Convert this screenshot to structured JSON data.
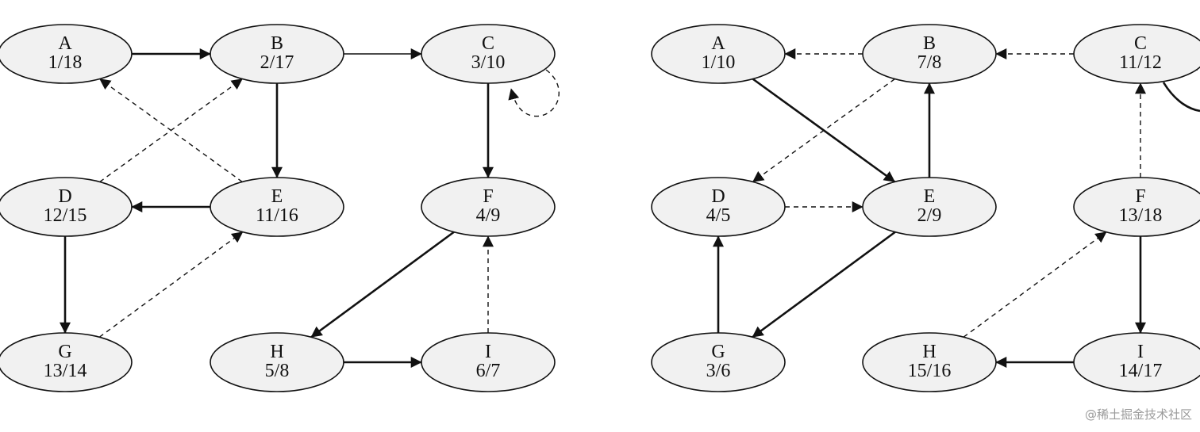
{
  "graphs": [
    {
      "id": "left",
      "nodes": [
        {
          "id": "A",
          "time": "1/18"
        },
        {
          "id": "B",
          "time": "2/17"
        },
        {
          "id": "C",
          "time": "3/10"
        },
        {
          "id": "D",
          "time": "12/15"
        },
        {
          "id": "E",
          "time": "11/16"
        },
        {
          "id": "F",
          "time": "4/9"
        },
        {
          "id": "G",
          "time": "13/14"
        },
        {
          "id": "H",
          "time": "5/8"
        },
        {
          "id": "I",
          "time": "6/7"
        }
      ],
      "edges": [
        {
          "from": "A",
          "to": "B",
          "style": "solid"
        },
        {
          "from": "B",
          "to": "C",
          "style": "thin"
        },
        {
          "from": "B",
          "to": "E",
          "style": "solid"
        },
        {
          "from": "C",
          "to": "F",
          "style": "solid"
        },
        {
          "from": "C",
          "to": "C",
          "style": "dashed"
        },
        {
          "from": "E",
          "to": "A",
          "style": "dashed"
        },
        {
          "from": "D",
          "to": "B",
          "style": "dashed"
        },
        {
          "from": "E",
          "to": "D",
          "style": "solid"
        },
        {
          "from": "D",
          "to": "G",
          "style": "solid"
        },
        {
          "from": "G",
          "to": "E",
          "style": "dashed"
        },
        {
          "from": "F",
          "to": "H",
          "style": "solid"
        },
        {
          "from": "I",
          "to": "F",
          "style": "dashed"
        },
        {
          "from": "H",
          "to": "I",
          "style": "solid"
        }
      ]
    },
    {
      "id": "right",
      "nodes": [
        {
          "id": "A",
          "time": "1/10"
        },
        {
          "id": "B",
          "time": "7/8"
        },
        {
          "id": "C",
          "time": "11/12"
        },
        {
          "id": "D",
          "time": "4/5"
        },
        {
          "id": "E",
          "time": "2/9"
        },
        {
          "id": "F",
          "time": "13/18"
        },
        {
          "id": "G",
          "time": "3/6"
        },
        {
          "id": "H",
          "time": "15/16"
        },
        {
          "id": "I",
          "time": "14/17"
        }
      ],
      "edges": [
        {
          "from": "B",
          "to": "A",
          "style": "dashed"
        },
        {
          "from": "C",
          "to": "B",
          "style": "dashed"
        },
        {
          "from": "A",
          "to": "E",
          "style": "solid"
        },
        {
          "from": "E",
          "to": "B",
          "style": "solid"
        },
        {
          "from": "B",
          "to": "D",
          "style": "dashed"
        },
        {
          "from": "D",
          "to": "E",
          "style": "dashed"
        },
        {
          "from": "E",
          "to": "G",
          "style": "solid"
        },
        {
          "from": "G",
          "to": "D",
          "style": "solid"
        },
        {
          "from": "F",
          "to": "C",
          "style": "dashed"
        },
        {
          "from": "C",
          "to": "C",
          "style": "solid"
        },
        {
          "from": "F",
          "to": "I",
          "style": "solid"
        },
        {
          "from": "H",
          "to": "F",
          "style": "dashed"
        },
        {
          "from": "I",
          "to": "H",
          "style": "solid"
        }
      ]
    }
  ],
  "watermark": "@稀土掘金技术社区"
}
